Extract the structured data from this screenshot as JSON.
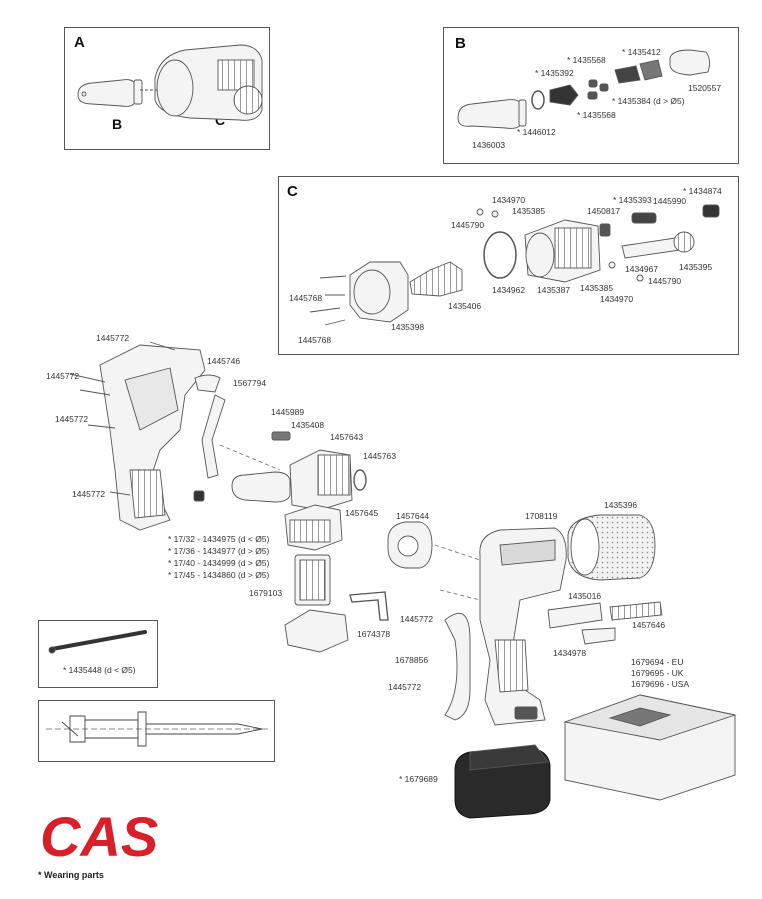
{
  "panels": {
    "a": {
      "letter": "A",
      "label_b": "B",
      "label_c": "C"
    },
    "b": {
      "letter": "B",
      "labels": [
        "* 1435568",
        "* 1435412",
        "* 1435392",
        "1520557",
        "* 1435384 (d > Ø5)",
        "* 1435568",
        "* 1446012",
        "1436003"
      ]
    },
    "c": {
      "letter": "C",
      "labels": [
        "1434970",
        "* 1435393",
        "* 1434874",
        "1445790",
        "1435385",
        "1450817",
        "1445990",
        "1434967",
        "1435395",
        "1445790",
        "1435385",
        "1434970",
        "1445768",
        "1435406",
        "1434962",
        "1435387",
        "1445768",
        "1435398"
      ]
    }
  },
  "main_labels": [
    "1445772",
    "1445746",
    "1445772",
    "1567794",
    "1445772",
    "1445989",
    "1435408",
    "1457643",
    "1445763",
    "1445772",
    "1457645",
    "1457644",
    "1708119",
    "1435396",
    "1679103",
    "1435016",
    "1445772",
    "1674378",
    "1457646",
    "1434978",
    "1678856",
    "1679694 - EU",
    "1679695 - UK",
    "1679696 - USA",
    "1445772",
    "* 1679689"
  ],
  "nosepiece_notes": [
    "* 17/32 - 1434975 (d < Ø5)",
    "* 17/36 - 1434977 (d > Ø5)",
    "* 17/40 - 1434999 (d > Ø5)",
    "* 17/45 - 1434860 (d > Ø5)"
  ],
  "mandrel_box": {
    "label": "* 1435448 (d < Ø5)"
  },
  "logo": {
    "brand": "CAS",
    "footnote": "* Wearing parts",
    "color": "#d8202a"
  }
}
